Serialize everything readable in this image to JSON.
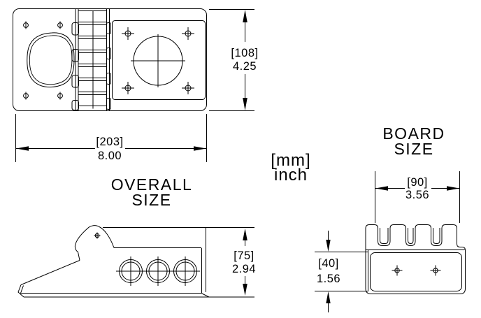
{
  "labels": {
    "overall": {
      "line1": "OVERALL",
      "line2": "SIZE"
    },
    "board": {
      "line1": "BOARD",
      "line2": "SIZE"
    },
    "units": {
      "line1": "[mm]",
      "line2": "inch"
    }
  },
  "dimensions": {
    "overall_width": {
      "mm": "[203]",
      "inch": "8.00"
    },
    "overall_height": {
      "mm": "[108]",
      "inch": "4.25"
    },
    "side_height": {
      "mm": "[75]",
      "inch": "2.94"
    },
    "board_width": {
      "mm": "[90]",
      "inch": "3.56"
    },
    "board_height": {
      "mm": "[40]",
      "inch": "1.56"
    }
  },
  "colors": {
    "line": "#000000",
    "background": "#ffffff"
  }
}
